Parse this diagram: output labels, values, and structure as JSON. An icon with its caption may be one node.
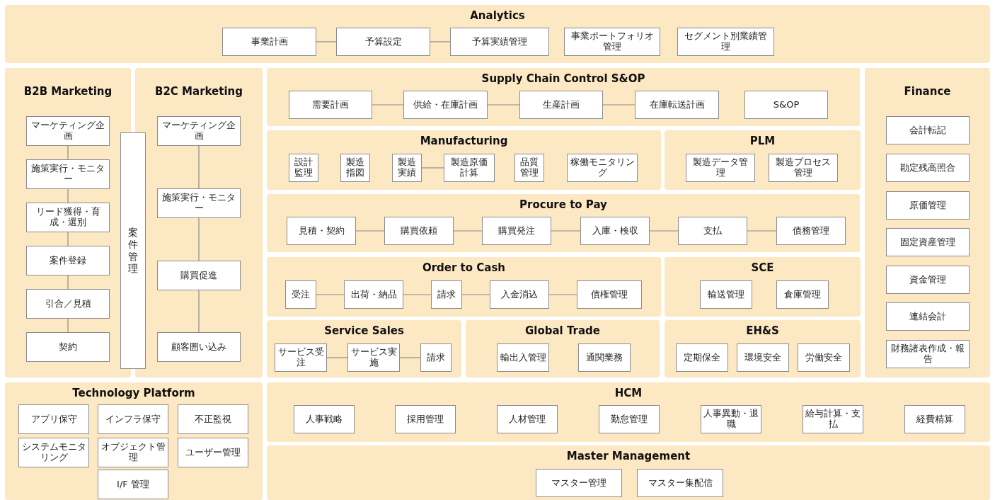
{
  "diagram": {
    "nodes": [
      {
        "text": [
          "Analytics"
        ]
      },
      {
        "text": [
          "事業計画"
        ],
        "in": 0
      },
      {
        "text": [
          "予算設定"
        ],
        "in": 0
      },
      {
        "text": [
          "予算実績管理"
        ],
        "in": 0
      },
      {
        "text": [
          "事業ポートフォリオ管理"
        ],
        "in": 0
      },
      {
        "text": [
          "セグメント別業績管理"
        ],
        "in": 0
      },
      {
        "text": [
          "B2B Marketing"
        ]
      },
      {
        "text": [
          "マーケティング企画"
        ],
        "in": 6
      },
      {
        "text": [
          "施策実行・モニター"
        ],
        "in": 6
      },
      {
        "text": [
          "リード獲得・育成・選別"
        ],
        "in": 6
      },
      {
        "text": [
          "案件登録"
        ],
        "in": 6
      },
      {
        "text": [
          "引合／見積"
        ],
        "in": 6
      },
      {
        "text": [
          "契約"
        ],
        "in": 6
      },
      {
        "text": [
          "案件管理"
        ]
      },
      {
        "text": [
          "B2C Marketing"
        ]
      },
      {
        "text": [
          "マーケティング企画"
        ],
        "in": 14
      },
      {
        "text": [
          "施策実行・モニター"
        ],
        "in": 14
      },
      {
        "text": [
          "購買促進"
        ],
        "in": 14
      },
      {
        "text": [
          "顧客囲い込み"
        ],
        "in": 14
      },
      {
        "text": [
          "Supply Chain Control S&OP"
        ]
      },
      {
        "text": [
          "需要計画"
        ],
        "in": 19
      },
      {
        "text": [
          "供給・在庫計画"
        ],
        "in": 19
      },
      {
        "text": [
          "生産計画"
        ],
        "in": 19
      },
      {
        "text": [
          "在庫転送計画"
        ],
        "in": 19
      },
      {
        "text": [
          "S&OP"
        ],
        "in": 19
      },
      {
        "text": [
          "Manufacturing"
        ]
      },
      {
        "text": [
          "設計監理"
        ],
        "in": 25
      },
      {
        "text": [
          "製造指図"
        ],
        "in": 25
      },
      {
        "text": [
          "製造実績"
        ],
        "in": 25
      },
      {
        "text": [
          "製造原価計算"
        ],
        "in": 25
      },
      {
        "text": [
          "品質管理"
        ],
        "in": 25
      },
      {
        "text": [
          "稼働モニタリング"
        ],
        "in": 25
      },
      {
        "text": [
          "PLM"
        ]
      },
      {
        "text": [
          "製造データ管理"
        ],
        "in": 32
      },
      {
        "text": [
          "製造プロセス管理"
        ],
        "in": 32
      },
      {
        "text": [
          "Procure to Pay"
        ]
      },
      {
        "text": [
          "見積・契約"
        ],
        "in": 35
      },
      {
        "text": [
          "購買依頼"
        ],
        "in": 35
      },
      {
        "text": [
          "購買発注"
        ],
        "in": 35
      },
      {
        "text": [
          "入庫・検収"
        ],
        "in": 35
      },
      {
        "text": [
          "支払"
        ],
        "in": 35
      },
      {
        "text": [
          "債務管理"
        ],
        "in": 35
      },
      {
        "text": [
          "Order to Cash"
        ]
      },
      {
        "text": [
          "受注"
        ],
        "in": 42
      },
      {
        "text": [
          "出荷・納品"
        ],
        "in": 42
      },
      {
        "text": [
          "請求"
        ],
        "in": 42
      },
      {
        "text": [
          "入金消込"
        ],
        "in": 42
      },
      {
        "text": [
          "債権管理"
        ],
        "in": 42
      },
      {
        "text": [
          "SCE"
        ]
      },
      {
        "text": [
          "輸送管理"
        ],
        "in": 48
      },
      {
        "text": [
          "倉庫管理"
        ],
        "in": 48
      },
      {
        "text": [
          "Service Sales"
        ]
      },
      {
        "text": [
          "サービス受注"
        ],
        "in": 51
      },
      {
        "text": [
          "サービス実施"
        ],
        "in": 51
      },
      {
        "text": [
          "請求"
        ],
        "in": 51
      },
      {
        "text": [
          "Global Trade"
        ]
      },
      {
        "text": [
          "輸出入管理"
        ],
        "in": 55
      },
      {
        "text": [
          "通関業務"
        ],
        "in": 55
      },
      {
        "text": [
          "EH&S"
        ]
      },
      {
        "text": [
          "定期保全"
        ],
        "in": 58
      },
      {
        "text": [
          "環境安全"
        ],
        "in": 58
      },
      {
        "text": [
          "労働安全"
        ],
        "in": 58
      },
      {
        "text": [
          "Finance"
        ]
      },
      {
        "text": [
          "会計転記"
        ],
        "in": 62
      },
      {
        "text": [
          "勘定残高照合"
        ],
        "in": 62
      },
      {
        "text": [
          "原価管理"
        ],
        "in": 62
      },
      {
        "text": [
          "固定資産管理"
        ],
        "in": 62
      },
      {
        "text": [
          "資金管理"
        ],
        "in": 62
      },
      {
        "text": [
          "連結会計"
        ],
        "in": 62
      },
      {
        "text": [
          "財務諸表作成・報告"
        ],
        "in": 62
      },
      {
        "text": [
          "Technology Platform"
        ]
      },
      {
        "text": [
          "アプリ保守"
        ],
        "in": 70
      },
      {
        "text": [
          "インフラ保守"
        ],
        "in": 70
      },
      {
        "text": [
          "不正監視"
        ],
        "in": 70
      },
      {
        "text": [
          "システムモニタリング"
        ],
        "in": 70
      },
      {
        "text": [
          "オブジェクト管理"
        ],
        "in": 70
      },
      {
        "text": [
          "ユーザー管理"
        ],
        "in": 70
      },
      {
        "text": [
          "I/F 管理"
        ],
        "in": 70
      },
      {
        "text": [
          "HCM"
        ]
      },
      {
        "text": [
          "人事戦略"
        ],
        "in": 78
      },
      {
        "text": [
          "採用管理"
        ],
        "in": 78
      },
      {
        "text": [
          "人材管理"
        ],
        "in": 78
      },
      {
        "text": [
          "勤怠管理"
        ],
        "in": 78
      },
      {
        "text": [
          "人事異動・退職"
        ],
        "in": 78
      },
      {
        "text": [
          "給与計算・支払"
        ],
        "in": 78
      },
      {
        "text": [
          "経費精算"
        ],
        "in": 78
      },
      {
        "text": [
          "Master Management"
        ]
      },
      {
        "text": [
          "マスター管理"
        ],
        "in": 86
      },
      {
        "text": [
          "マスター集配信"
        ],
        "in": 86
      }
    ],
    "edges": [
      {
        "from": 1,
        "to": 2,
        "arrow": "none"
      },
      {
        "from": 2,
        "to": 3,
        "arrow": "none"
      },
      {
        "from": 7,
        "to": 8,
        "arrow": "none"
      },
      {
        "from": 8,
        "to": 9,
        "arrow": "none"
      },
      {
        "from": 9,
        "to": 10,
        "arrow": "none"
      },
      {
        "from": 10,
        "to": 11,
        "arrow": "none"
      },
      {
        "from": 11,
        "to": 12,
        "arrow": "none"
      },
      {
        "from": 15,
        "to": 16,
        "arrow": "none"
      },
      {
        "from": 16,
        "to": 17,
        "arrow": "none"
      },
      {
        "from": 17,
        "to": 18,
        "arrow": "none"
      },
      {
        "from": 20,
        "to": 21,
        "arrow": "none"
      },
      {
        "from": 21,
        "to": 22,
        "arrow": "none"
      },
      {
        "from": 22,
        "to": 23,
        "arrow": "none"
      },
      {
        "from": 28,
        "to": 29,
        "arrow": "none"
      },
      {
        "from": 36,
        "to": 37,
        "arrow": "none"
      },
      {
        "from": 37,
        "to": 38,
        "arrow": "none"
      },
      {
        "from": 38,
        "to": 39,
        "arrow": "none"
      },
      {
        "from": 39,
        "to": 40,
        "arrow": "none"
      },
      {
        "from": 40,
        "to": 41,
        "arrow": "none"
      },
      {
        "from": 43,
        "to": 44,
        "arrow": "none"
      },
      {
        "from": 44,
        "to": 45,
        "arrow": "none"
      },
      {
        "from": 45,
        "to": 46,
        "arrow": "none"
      },
      {
        "from": 46,
        "to": 47,
        "arrow": "none"
      },
      {
        "from": 52,
        "to": 53,
        "arrow": "none"
      },
      {
        "from": 53,
        "to": 54,
        "arrow": "none"
      }
    ]
  }
}
